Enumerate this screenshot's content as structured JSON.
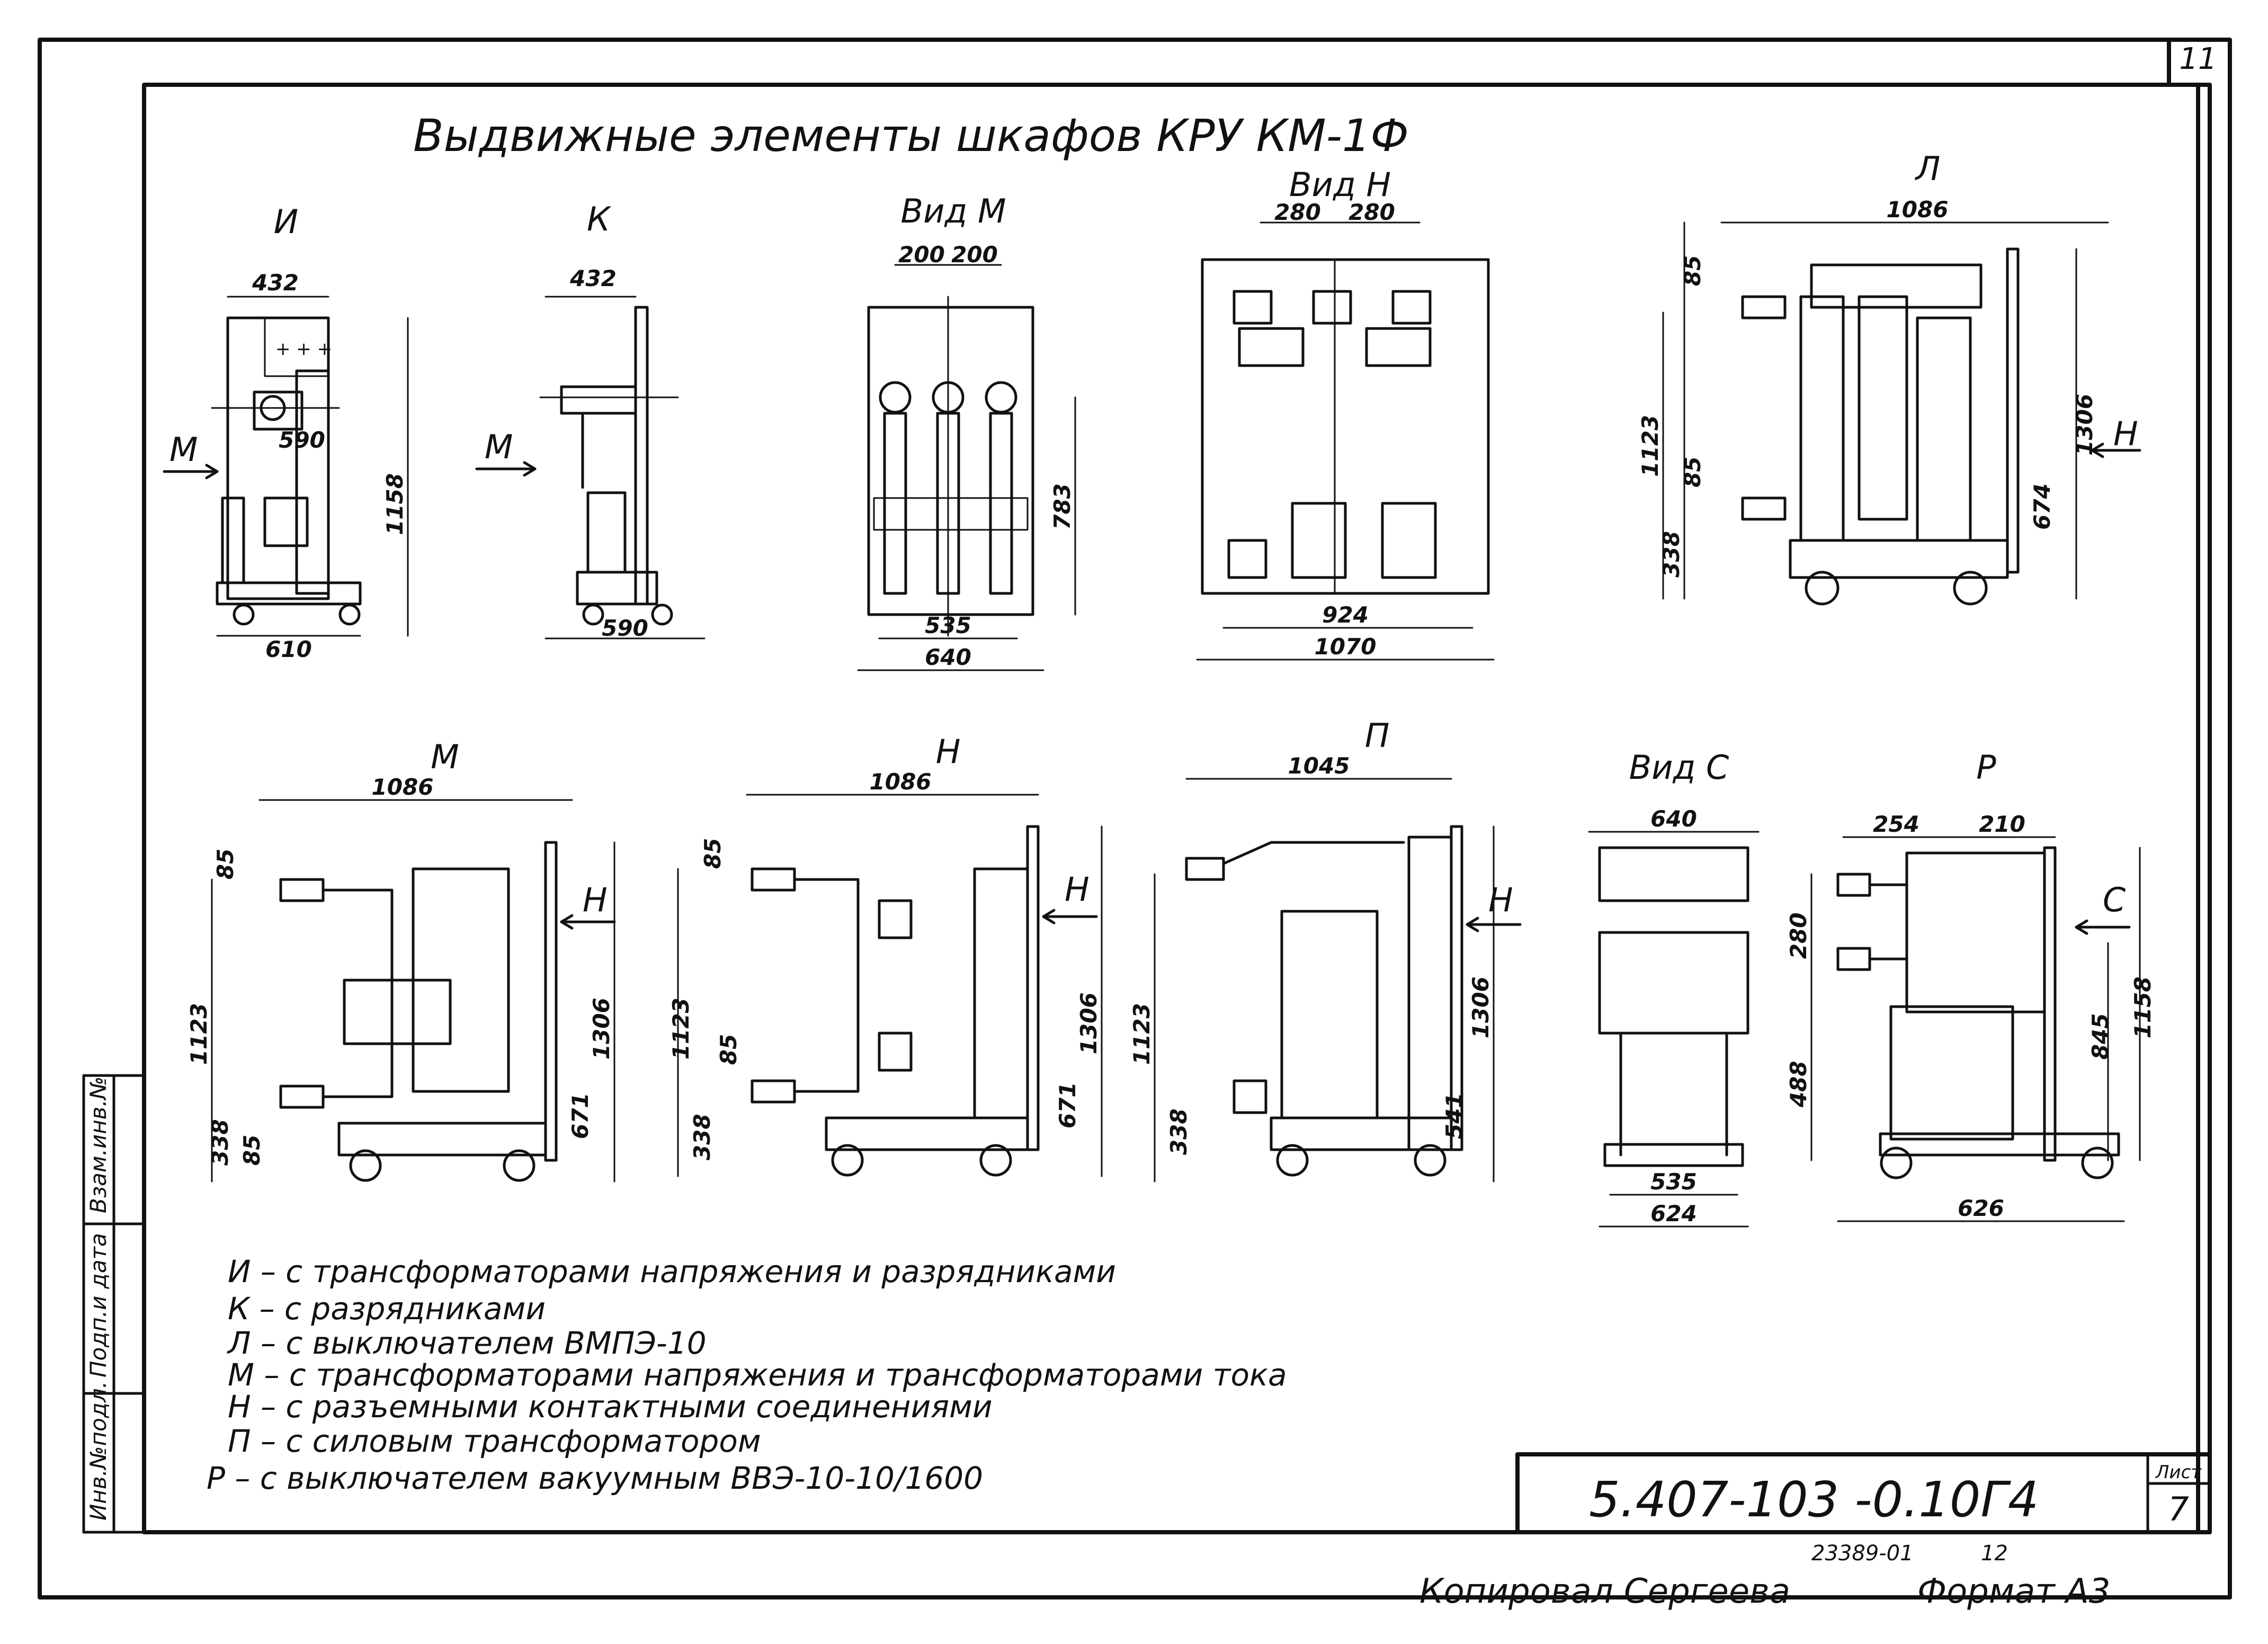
{
  "sheet": {
    "corner_number": "11",
    "title": "Выдвижные элементы шкафов КРУ КМ-1Ф",
    "doc_code": "5.407-103 -0.10Г4",
    "list_label": "Лист",
    "list_number": "7",
    "inv_number": "23389-01",
    "inv_extra": "12",
    "copied_by": "Копировал  Сергеева",
    "format": "Формат А3",
    "side_stamp": [
      "Инв.№подл.",
      "Подп.и дата",
      "Взам.инв.№"
    ]
  },
  "views": {
    "I": {
      "label": "И",
      "dims": [
        "432",
        "590",
        "1158",
        "610"
      ],
      "arrow": "М"
    },
    "K": {
      "label": "К",
      "dims": [
        "432",
        "590"
      ],
      "arrow": "М"
    },
    "vidM": {
      "label": "Вид М",
      "dims": [
        "200",
        "200",
        "783",
        "535",
        "640"
      ]
    },
    "vidN": {
      "label": "Вид Н",
      "dims": [
        "280",
        "280",
        "924",
        "1070"
      ]
    },
    "L": {
      "label": "Л",
      "dims": [
        "1086",
        "85",
        "1123",
        "85",
        "338",
        "1306",
        "674"
      ],
      "arrow": "Н"
    },
    "M": {
      "label": "М",
      "dims": [
        "1086",
        "85",
        "1123",
        "338",
        "85",
        "1306",
        "671"
      ],
      "arrow": "Н"
    },
    "N": {
      "label": "Н",
      "dims": [
        "1086",
        "85",
        "1123",
        "85",
        "338",
        "1306",
        "671"
      ],
      "arrow": "Н"
    },
    "P": {
      "label": "П",
      "dims": [
        "1045",
        "1123",
        "338",
        "1306",
        "541"
      ],
      "arrow": "Н"
    },
    "vidC": {
      "label": "Вид С",
      "dims": [
        "640",
        "535",
        "624"
      ]
    },
    "R": {
      "label": "Р",
      "dims": [
        "254",
        "210",
        "280",
        "488",
        "845",
        "1158",
        "626"
      ],
      "arrow": "С"
    }
  },
  "legend": [
    "И – с трансформаторами напряжения и разрядниками",
    "К – с разрядниками",
    "Л – с выключателем ВМПЭ-10",
    "М – с трансформаторами напряжения и трансформаторами тока",
    "Н – с разъемными контактными соединениями",
    "П – с силовым трансформатором",
    "Р – с выключателем вакуумным ВВЭ-10-10/1600"
  ]
}
